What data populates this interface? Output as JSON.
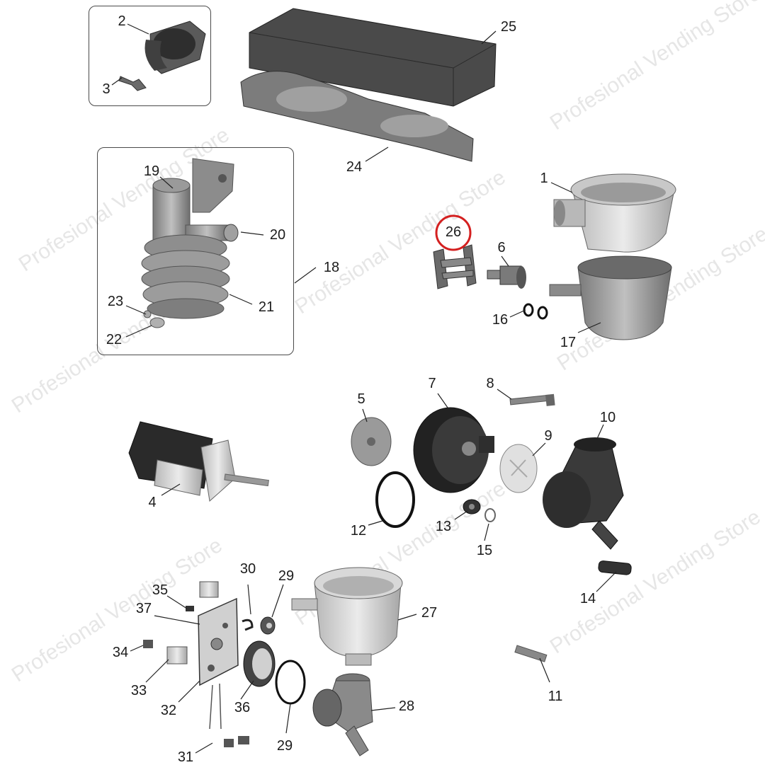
{
  "watermark": "Profesional Vending Store",
  "callouts": {
    "p1": "1",
    "p2": "2",
    "p3": "3",
    "p4": "4",
    "p5": "5",
    "p6": "6",
    "p7": "7",
    "p8": "8",
    "p9": "9",
    "p10": "10",
    "p11": "11",
    "p12": "12",
    "p13": "13",
    "p14": "14",
    "p15": "15",
    "p16": "16",
    "p17": "17",
    "p18": "18",
    "p19": "19",
    "p20": "20",
    "p21": "21",
    "p22": "22",
    "p23": "23",
    "p24": "24",
    "p25": "25",
    "p26": "26",
    "p27": "27",
    "p28": "28",
    "p29a": "29",
    "p29b": "29",
    "p30": "30",
    "p31": "31",
    "p32": "32",
    "p33": "33",
    "p34": "34",
    "p35": "35",
    "p36": "36",
    "p37": "37"
  },
  "highlighted_part": "26",
  "colors": {
    "highlight": "#d42020",
    "part_dark": "#3a3a3a",
    "part_mid": "#8a8a8a",
    "part_light": "#c8c8c8",
    "line": "#222222"
  }
}
